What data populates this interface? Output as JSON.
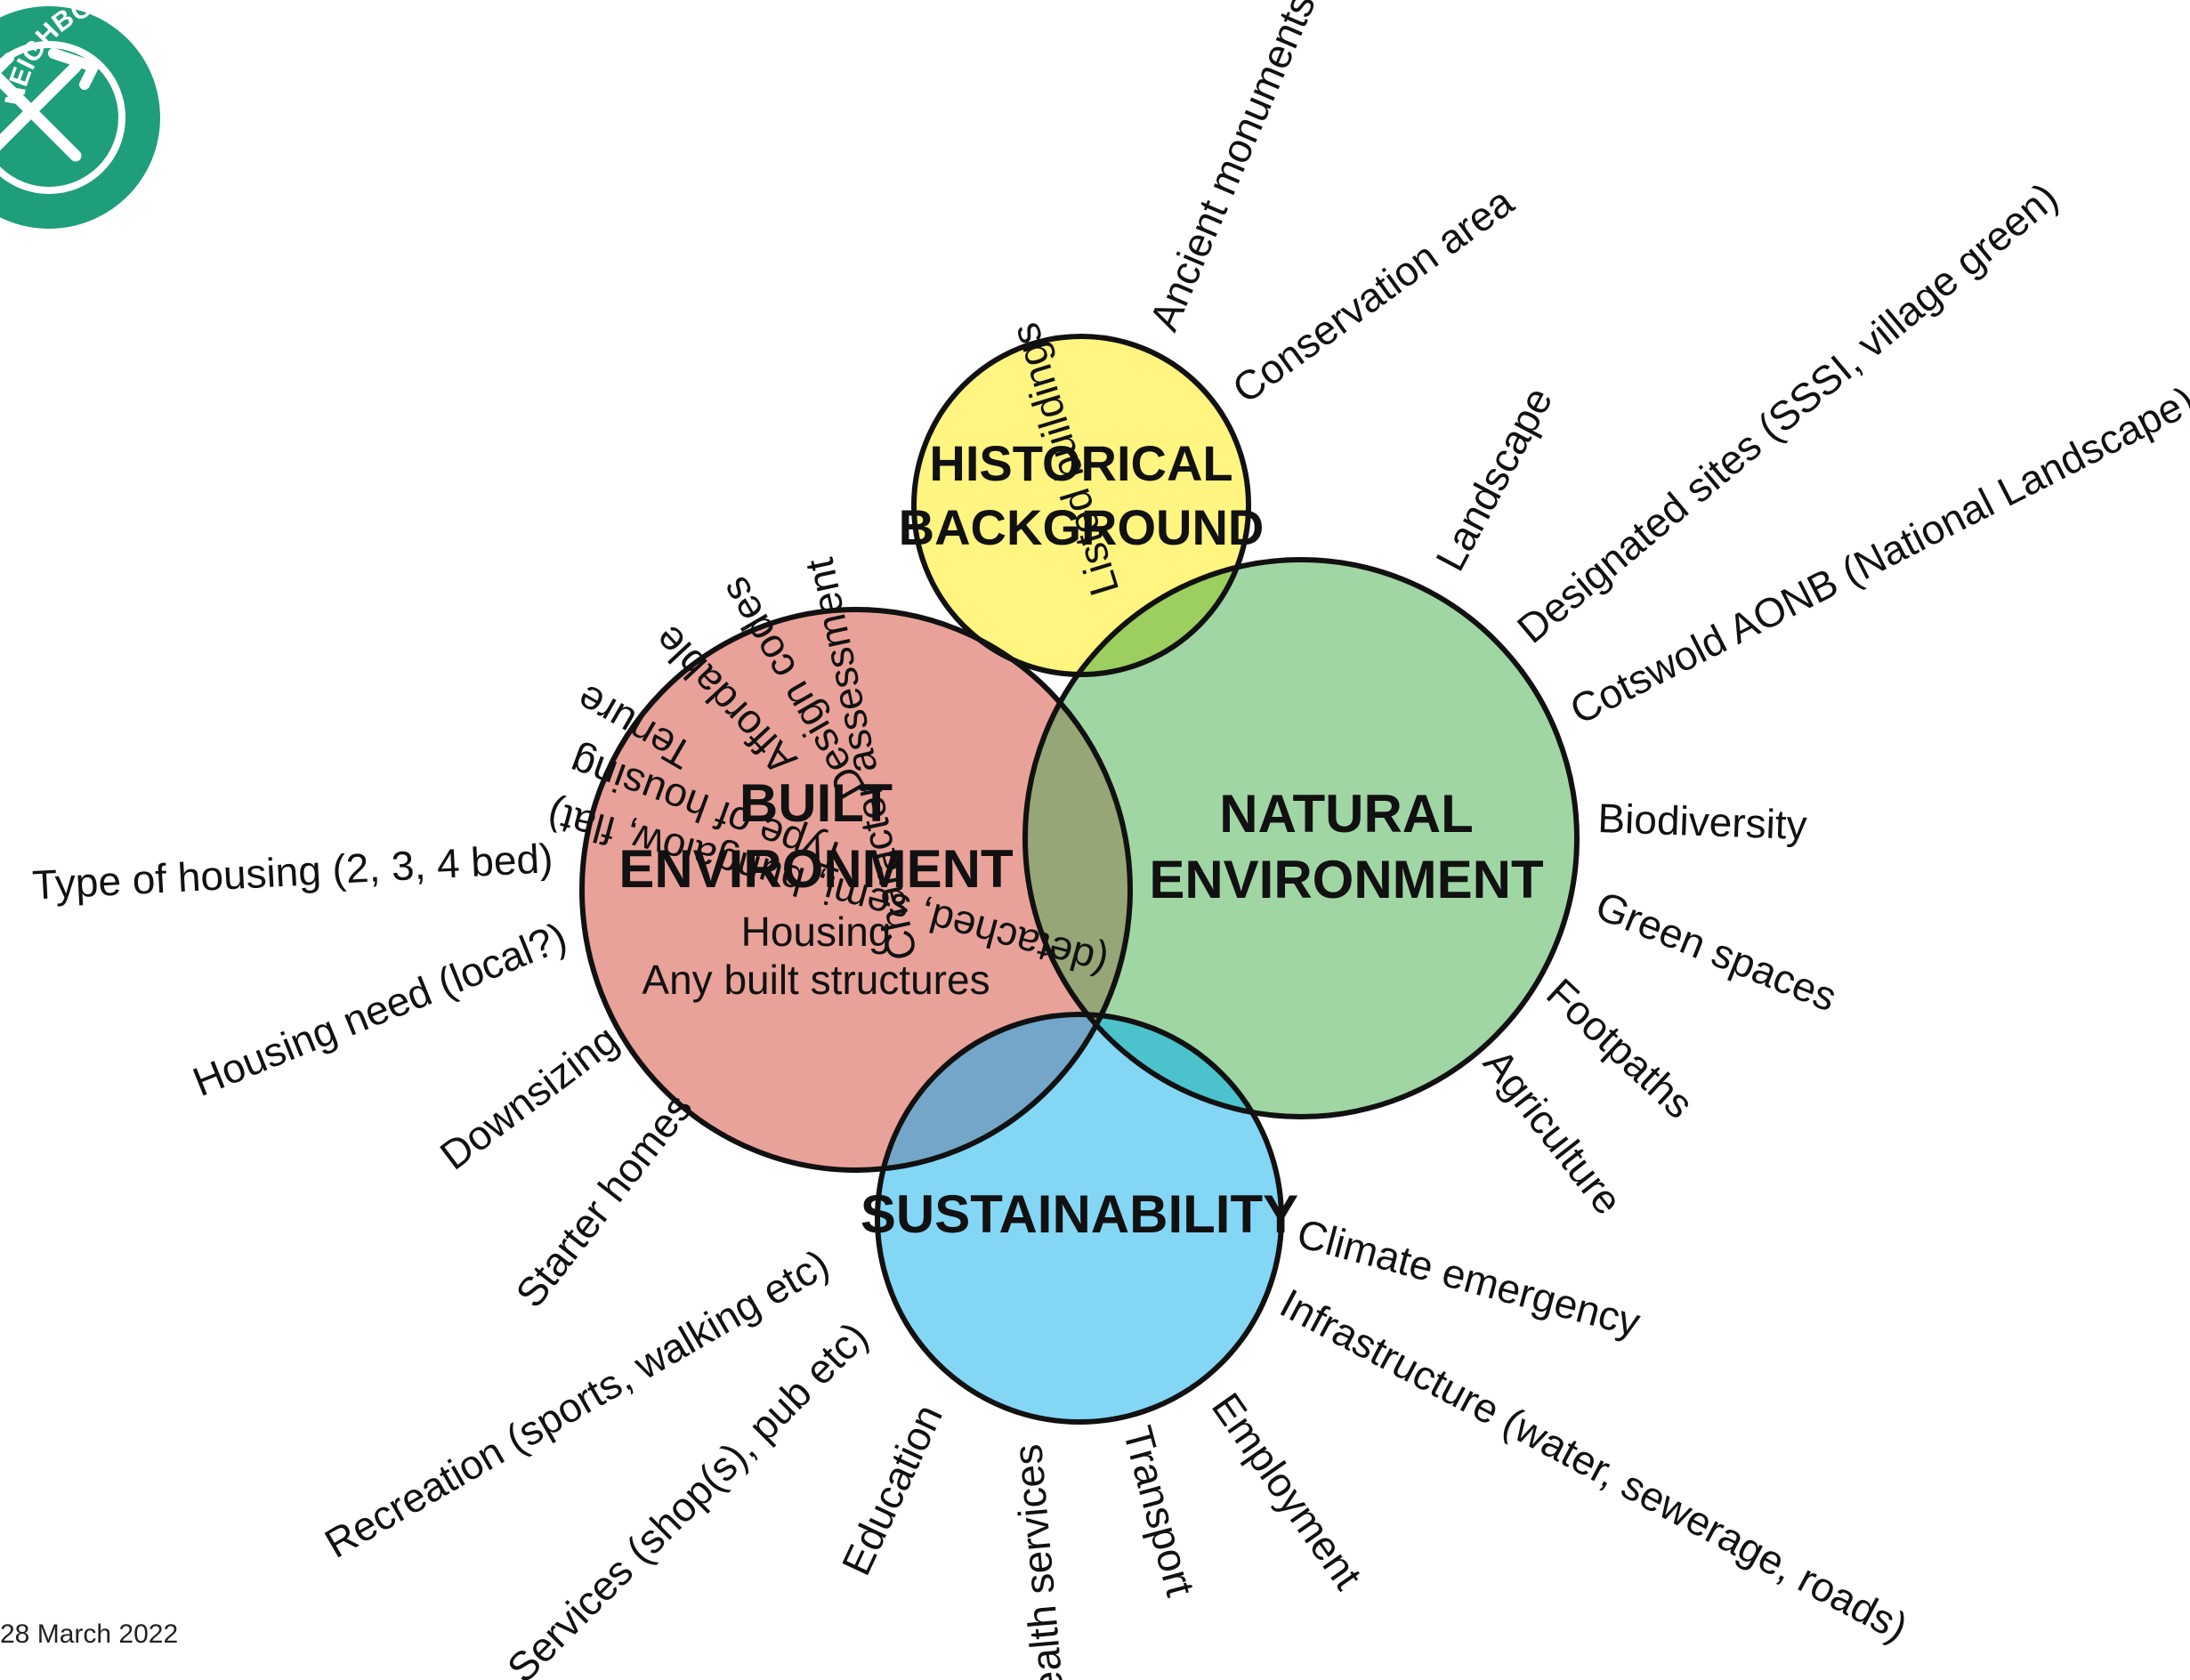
{
  "badge": {
    "text": "NEIGHBOURHOOD PLAN",
    "icon": "crossed-hammers-icon",
    "color": "#1f9e7c"
  },
  "footer_date": "28 March 2022",
  "circles": {
    "historical": {
      "line1": "HISTORICAL",
      "line2": "BACKGROUND",
      "color": "#fff580"
    },
    "built": {
      "line1": "BUILT",
      "line2": "ENVIRONMENT",
      "sub1": "Housing",
      "sub2": "Any built structures",
      "color": "#e9a299"
    },
    "natural": {
      "line1": "NATURAL",
      "line2": "ENVIRONMENT",
      "color": "#a0d6a4"
    },
    "sustainability": {
      "line1": "SUSTAINABILITY",
      "color": "#84d6f5"
    }
  },
  "overlap_colors": {
    "built_historical": "#f1c14b",
    "natural_historical": "#9ccf5f",
    "built_natural": "#96a676",
    "built_sustainability": "#73a6c8",
    "natural_sustainability": "#4cc3cc"
  },
  "labels": {
    "historical": [
      "Listed buildings",
      "Ancient monuments",
      "Conservation area"
    ],
    "built": [
      "Character assessment",
      "Design codes",
      "Affordable",
      "Tenure",
      "Type of housing",
      "(detached, semi, bungalow, flat)",
      "Type of housing (2, 3, 4 bed)",
      "Housing need (local?)",
      "Downsizing",
      "Starter homes"
    ],
    "natural": [
      "Landscape",
      "Designated sites (SSSI, village green)",
      "Cotswold AONB (National Landscape)",
      "Biodiversity",
      "Green spaces",
      "Footpaths",
      "Agriculture"
    ],
    "sustainability": [
      "Climate emergency",
      "Infrastructure (water, sewerage, roads)",
      "Employment",
      "Transport",
      "Health services",
      "Education",
      "Services (shop(s), pub etc)",
      "Recreation (sports, walking etc)"
    ]
  }
}
